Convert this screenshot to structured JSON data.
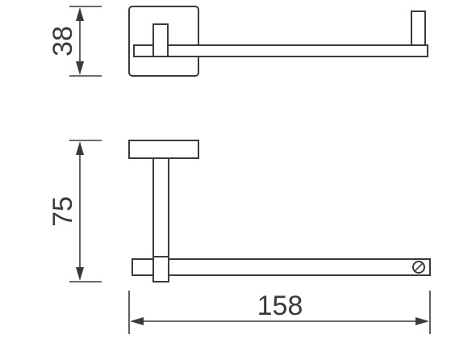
{
  "dimensions": {
    "height_top_view": "38",
    "height_front_view": "75",
    "width": "158"
  },
  "colors": {
    "line": "#3a3a3a",
    "background": "#ffffff"
  }
}
